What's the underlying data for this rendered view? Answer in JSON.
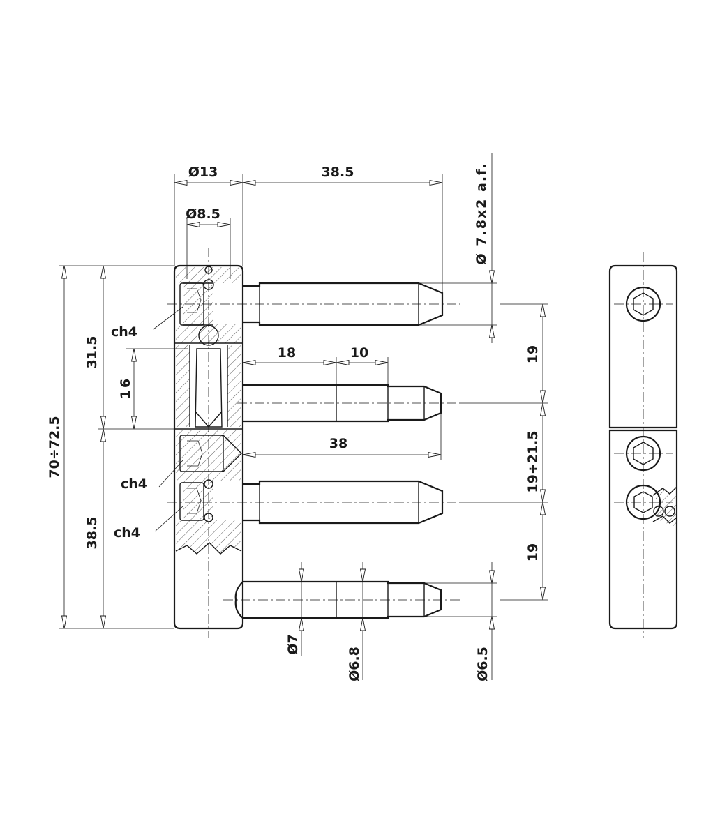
{
  "dimensions": {
    "d13": "Ø13",
    "len38_5": "38.5",
    "d8_5": "Ø8.5",
    "d7_8": "Ø 7.8x2 a.f.",
    "ch4_top": "ch4",
    "ch4_mid": "ch4",
    "ch4_bot": "ch4",
    "len18": "18",
    "len10": "10",
    "len38": "38",
    "v31_5": "31.5",
    "v16": "16",
    "v70": "70÷72.5",
    "v38_5": "38.5",
    "r19_top": "19",
    "r19_21_5": "19÷21.5",
    "r19_bot": "19",
    "d7": "Ø7",
    "d6_8": "Ø6.8",
    "d6_5": "Ø6.5"
  }
}
